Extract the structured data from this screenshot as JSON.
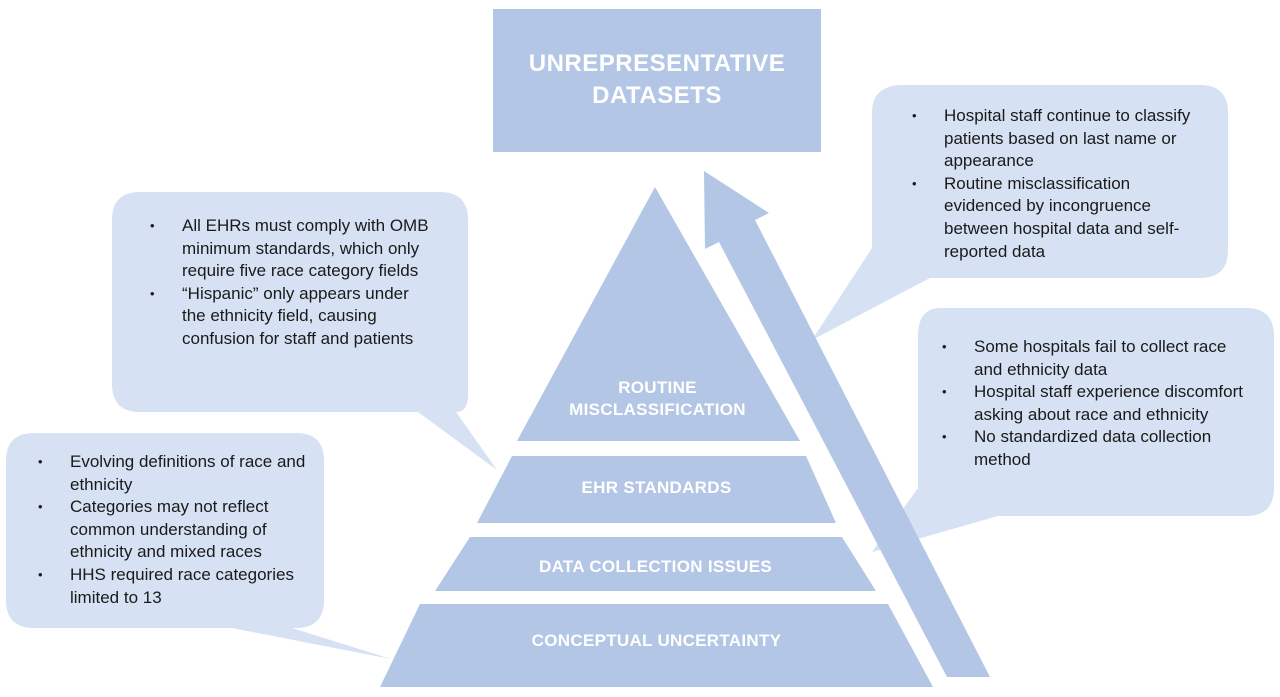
{
  "top_box": {
    "line1": "UNREPRESENTATIVE",
    "line2": "DATASETS"
  },
  "pyramid": {
    "tiers": {
      "routine_line1": "ROUTINE",
      "routine_line2": "MISCLASSIFICATION",
      "ehr": "EHR STANDARDS",
      "data_collection": "DATA COLLECTION ISSUES",
      "conceptual": "CONCEPTUAL UNCERTAINTY"
    }
  },
  "callouts": {
    "ehr": {
      "items": [
        "All EHRs must comply with OMB minimum standards, which only require five race category fields",
        "“Hispanic” only appears under the ethnicity field, causing confusion for staff and patients"
      ]
    },
    "conceptual": {
      "items": [
        "Evolving definitions of race and ethnicity",
        "Categories may not reflect common understanding of ethnicity and mixed races",
        "HHS required race categories limited to 13"
      ]
    },
    "routine": {
      "items": [
        "Hospital staff continue to classify patients based on last name or appearance",
        "Routine misclassification evidenced by incongruence between hospital data and self-reported data"
      ]
    },
    "data_collection": {
      "items": [
        "Some hospitals fail to collect race and ethnicity data",
        "Hospital staff experience discomfort asking about race and ethnicity",
        "No standardized data collection method"
      ]
    }
  },
  "bullet_glyph": "•",
  "colors": {
    "shape_fill": "#b3c6e5",
    "callout_fill": "#d6e1f3",
    "label_text": "#ffffff",
    "body_text": "#1a1a1a"
  }
}
